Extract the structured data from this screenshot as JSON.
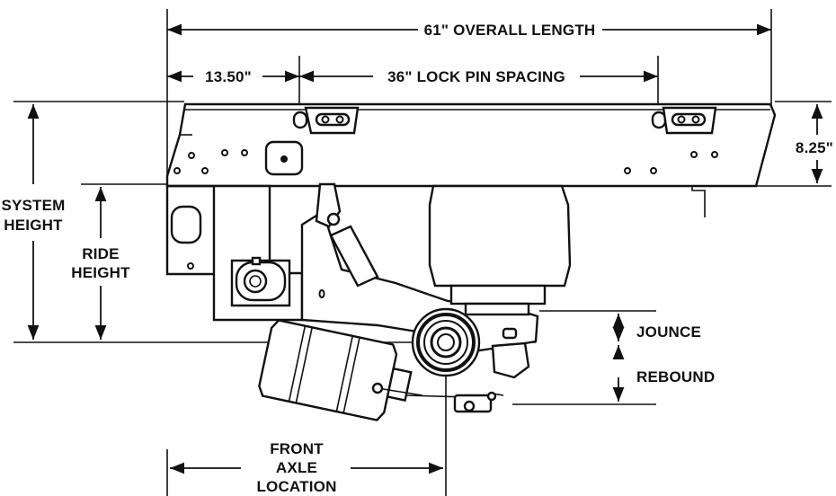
{
  "colors": {
    "ink": "#111111",
    "background": "#ffffff"
  },
  "labels": {
    "overall_length": "61\" OVERALL LENGTH",
    "front_offset": "13.50\"",
    "lock_pin_spacing": "36\" LOCK PIN SPACING",
    "frame_height": "8.25\"",
    "system_height_line1": "SYSTEM",
    "system_height_line2": "HEIGHT",
    "ride_height_line1": "RIDE",
    "ride_height_line2": "HEIGHT",
    "jounce": "JOUNCE",
    "rebound": "REBOUND",
    "front_axle_line1": "FRONT",
    "front_axle_line2": "AXLE",
    "front_axle_line3": "LOCATION"
  }
}
